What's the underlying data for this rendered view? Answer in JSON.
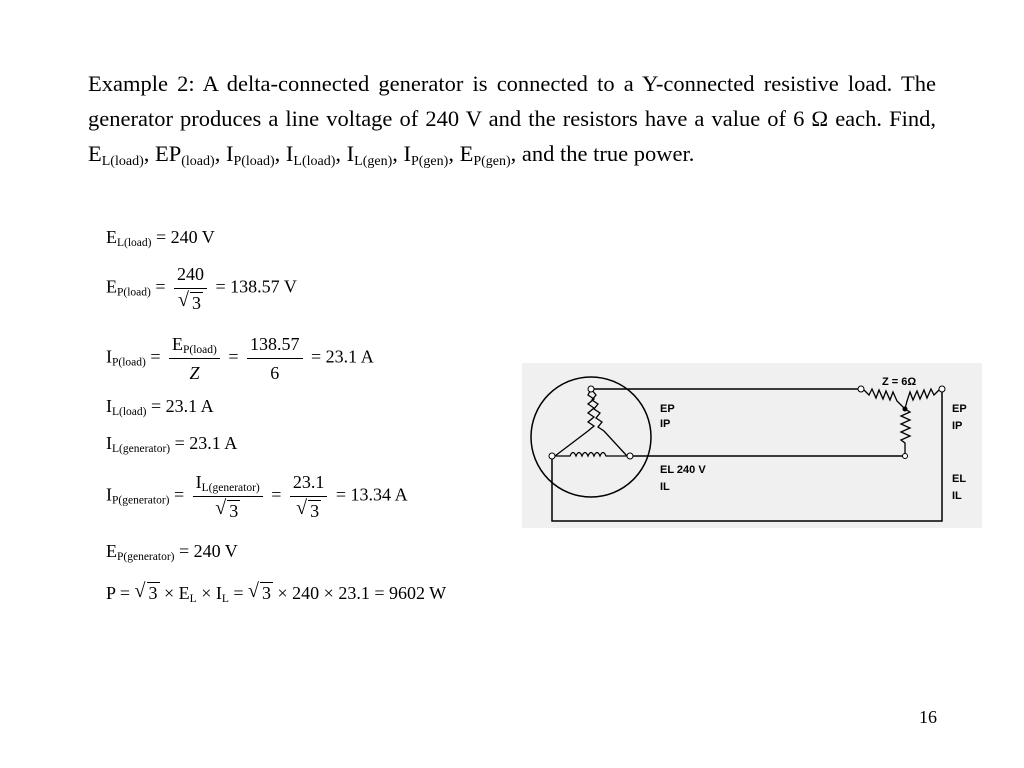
{
  "problem": {
    "intro": "Example 2: A delta-connected generator is connected to a Y-connected resistive load. The generator produces a line voltage of 240 V and the resistors have a value of 6 Ω each. Find, ",
    "t1": "E",
    "s1": "L(load)",
    "sep1": ", ",
    "t2": "EP",
    "s2": "(load)",
    "sep2": ", ",
    "t3": "I",
    "s3": "P(load)",
    "sep3": ", ",
    "t4": "I",
    "s4": "L(load)",
    "sep4": ", ",
    "t5": "I",
    "s5": "L(gen)",
    "sep5": ", ",
    "t6": "I",
    "s6": "P(gen)",
    "sep6": ", ",
    "t7": "E",
    "s7": "P(gen)",
    "ending": ", and the true power."
  },
  "equations": {
    "eq1": {
      "lhs": "E",
      "sub": "L(load)",
      "rhs": " = 240 V"
    },
    "eq2": {
      "lhs": "E",
      "sub": "P(load)",
      "eq": " = ",
      "num": "240",
      "den_rad": "3",
      "rhs": " = 138.57  V"
    },
    "eq3": {
      "lhs": "I",
      "sub": "P(load)",
      "eq": " = ",
      "f1_num": "E",
      "f1_num_sub": "P(load)",
      "f1_den": "Z",
      "eq_mid": " = ",
      "f2_num": "138.57",
      "f2_den": "6",
      "rhs": " = 23.1 A"
    },
    "eq4": {
      "lhs": "I",
      "sub": "L(load)",
      "rhs": " = 23.1 A"
    },
    "eq5": {
      "lhs": "I",
      "sub": "L(generator)",
      "rhs": "  = 23.1 A"
    },
    "eq6": {
      "lhs": "I",
      "sub": "P(generator)",
      "eq": "  = ",
      "f1_num": "I",
      "f1_num_sub": "L(generator)",
      "f1_den_rad": "3",
      "eq_mid": " = ",
      "f2_num": "23.1",
      "f2_den_rad": "3",
      "rhs": " = 13.34  A"
    },
    "eq7": {
      "lhs": "E",
      "sub": "P(generator)",
      "rhs": "  = 240 V"
    },
    "eq8": {
      "p": "P = ",
      "rad1": "3",
      "t1": " × E",
      "s1": "L",
      "t2": " × I",
      "s2": "L",
      "eq": "  = ",
      "rad2": "3",
      "rhs": " × 240 × 23.1 = 9602  W"
    }
  },
  "diagram": {
    "z_label": "Z = 6Ω",
    "left_ep": "EP",
    "left_ip": "IP",
    "right_ep": "EP",
    "right_ip": "IP",
    "el_label": "EL 240 V",
    "il_label": "IL",
    "right_el": "EL",
    "right_il": "IL"
  },
  "page_number": "16"
}
